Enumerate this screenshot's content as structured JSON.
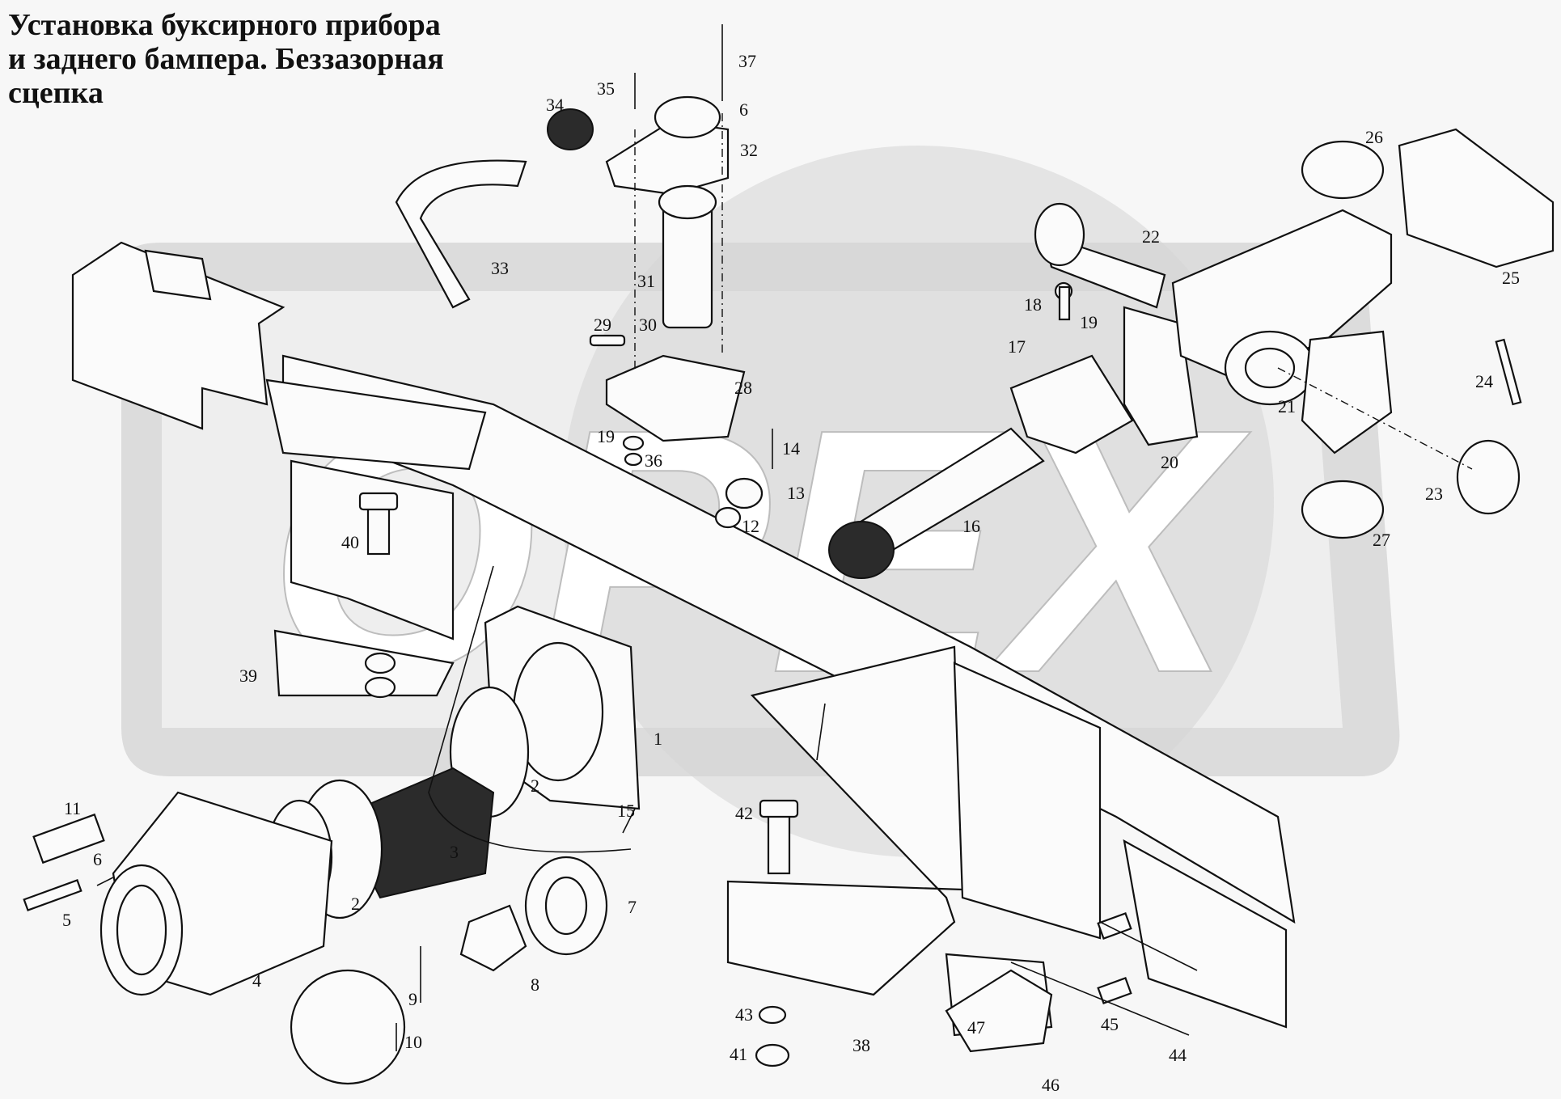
{
  "title_lines": [
    "Установка буксирного прибора",
    "и заднего бампера. Беззазорная",
    "сцепка"
  ],
  "watermark": {
    "text": "OPEX",
    "color": "#cfcfcf"
  },
  "callouts": [
    "1",
    "2",
    "2",
    "3",
    "4",
    "5",
    "6",
    "6",
    "7",
    "8",
    "9",
    "10",
    "11",
    "12",
    "13",
    "14",
    "15",
    "16",
    "17",
    "18",
    "19",
    "19",
    "20",
    "21",
    "22",
    "23",
    "24",
    "25",
    "26",
    "27",
    "28",
    "29",
    "30",
    "31",
    "32",
    "33",
    "34",
    "35",
    "36",
    "37",
    "38",
    "39",
    "40",
    "41",
    "42",
    "43",
    "44",
    "45",
    "46",
    "47"
  ]
}
